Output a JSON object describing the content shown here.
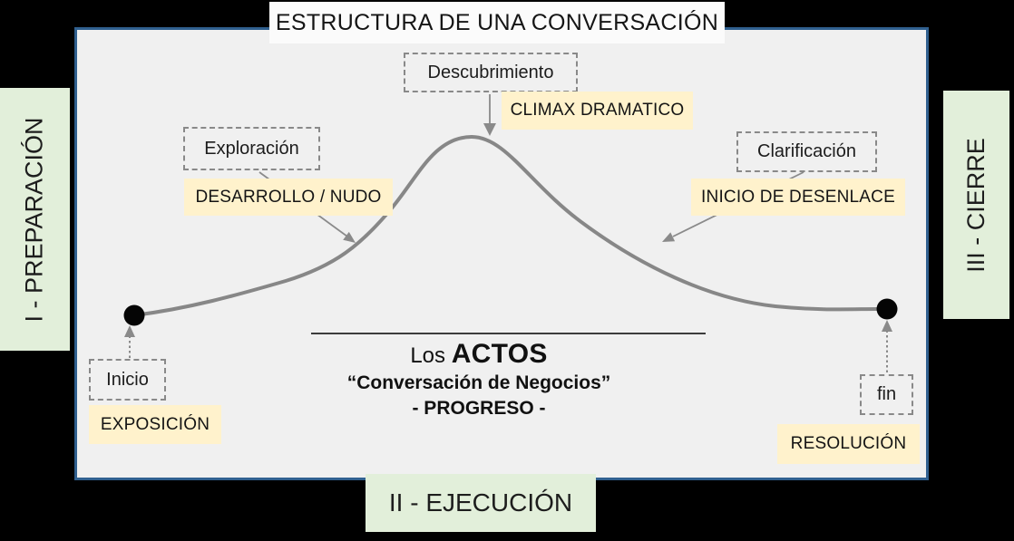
{
  "title": "ESTRUCTURA DE UNA CONVERSACIÓN",
  "phases": {
    "left": "I - PREPARACIÓN",
    "bottom": "II - EJECUCIÓN",
    "right": "III - CIERRE"
  },
  "stages": [
    {
      "label": "Inicio",
      "tag": "EXPOSICIÓN"
    },
    {
      "label": "Exploración",
      "tag": "DESARROLLO / NUDO"
    },
    {
      "label": "Descubrimiento",
      "tag": "CLIMAX DRAMATICO"
    },
    {
      "label": "Clarificación",
      "tag": "INICIO DE DESENLACE"
    },
    {
      "label": "fin",
      "tag": "RESOLUCIÓN"
    }
  ],
  "center": {
    "los": "Los ",
    "actos": "ACTOS",
    "subtitle": "“Conversación de Negocios”",
    "progreso": "- PROGRESO -"
  },
  "colors": {
    "panel_border": "#30608f",
    "panel_bg": "#f0f0f0",
    "phase_bg": "#e2efda",
    "tag_bg": "#fff2cc",
    "curve": "#878787",
    "dot": "#000000"
  }
}
